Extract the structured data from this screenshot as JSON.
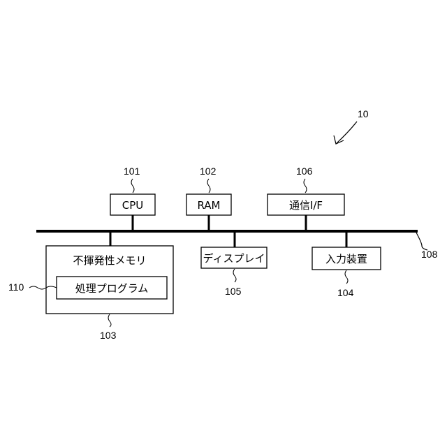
{
  "figure_ref": "10",
  "bus": {
    "ref": "108"
  },
  "components": {
    "cpu": {
      "label": "CPU",
      "ref": "101"
    },
    "ram": {
      "label": "RAM",
      "ref": "102"
    },
    "comm_if": {
      "label": "通信I/F",
      "ref": "106"
    },
    "nvm": {
      "label": "不揮発性メモリ",
      "ref": "103"
    },
    "program": {
      "label": "処理プログラム",
      "ref": "110"
    },
    "display": {
      "label": "ディスプレイ",
      "ref": "105"
    },
    "input": {
      "label": "入力装置",
      "ref": "104"
    }
  }
}
